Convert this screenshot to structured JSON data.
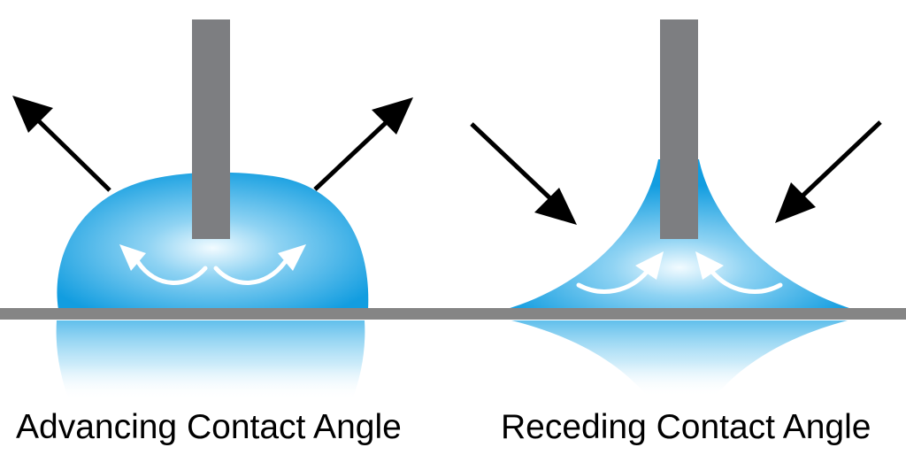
{
  "captions": {
    "advancing": "Advancing Contact Angle",
    "receding": "Receding Contact Angle"
  },
  "colors": {
    "water": "#129de0",
    "water_light": "#e8f7fd",
    "needle": "#7d7e81",
    "surface": "#858585",
    "arrow": "#000000",
    "flow_arrow": "#ffffff"
  },
  "icons": {
    "outward_arrows": "arrow-up-left, arrow-up-right",
    "inward_arrows": "arrow-down-right, arrow-down-left",
    "flow_arrows": "curved-arrow"
  }
}
